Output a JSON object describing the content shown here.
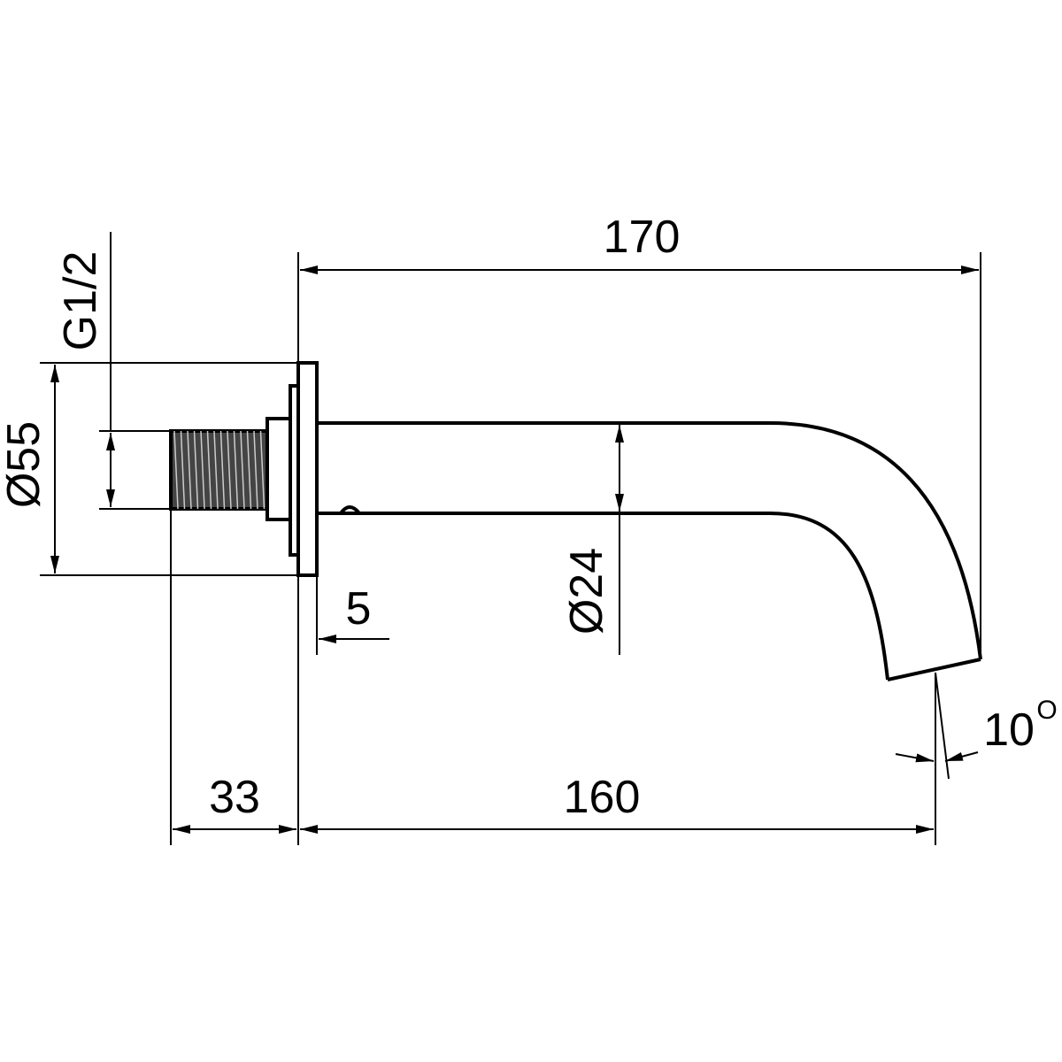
{
  "drawing": {
    "dimensions": {
      "overall_length": "170",
      "thread": "G1/2",
      "flange_diameter": "Ø55",
      "pipe_diameter": "Ø24",
      "flange_thickness": "5",
      "thread_length": "33",
      "projection": "160",
      "angle": "10",
      "angle_unit": "O"
    },
    "colors": {
      "line": "#000000",
      "background": "#ffffff"
    }
  }
}
